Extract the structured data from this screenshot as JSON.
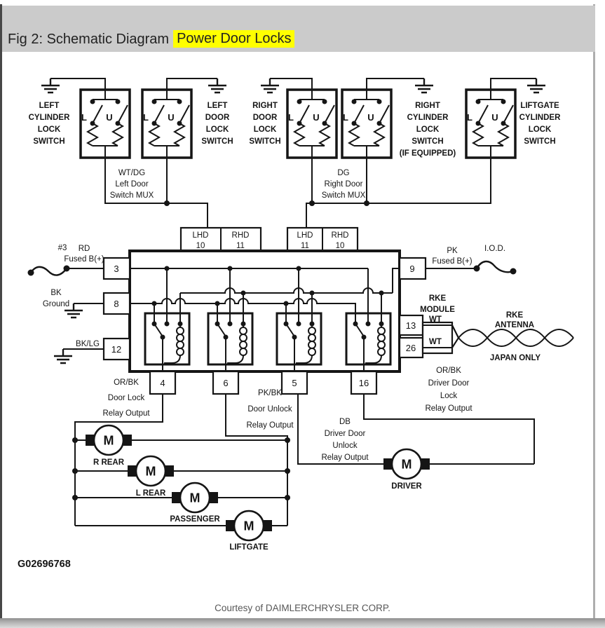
{
  "header": {
    "figure_prefix": "Fig 2: Schematic Diagram",
    "title_highlight": "Power Door Locks"
  },
  "switches": {
    "left_cylinder": [
      "LEFT",
      "CYLINDER",
      "LOCK",
      "SWITCH"
    ],
    "left_door": [
      "LEFT",
      "DOOR",
      "LOCK",
      "SWITCH"
    ],
    "right_door": [
      "RIGHT",
      "DOOR",
      "LOCK",
      "SWITCH"
    ],
    "right_cylinder": [
      "RIGHT",
      "CYLINDER",
      "LOCK",
      "SWITCH",
      "(IF EQUIPPED)"
    ],
    "liftgate_cylinder": [
      "LIFTGATE",
      "CYLINDER",
      "LOCK",
      "SWITCH"
    ],
    "contact_lock": "L",
    "contact_unlock": "U"
  },
  "wire_labels": {
    "left_mux": [
      "WT/DG",
      "Left Door",
      "Switch MUX"
    ],
    "right_mux": [
      "DG",
      "Right Door",
      "Switch MUX"
    ],
    "fused_b_left": [
      "RD",
      "Fused B(+)"
    ],
    "fused_b_right": [
      "PK",
      "Fused B(+)"
    ],
    "ground_left": [
      "BK",
      "Ground"
    ],
    "ground_lower": "BK/LG",
    "connector_3": "#3",
    "connector_iod": "I.O.D.",
    "lock_output": [
      "OR/BK",
      "Door Lock",
      "Relay Output"
    ],
    "unlock_output": [
      "PK/BK",
      "Door Unlock",
      "Relay Output"
    ],
    "driver_lock_output": [
      "OR/BK",
      "Driver Door",
      "Lock",
      "Relay Output"
    ],
    "driver_unlock_output": [
      "DB",
      "Driver Door",
      "Unlock",
      "Relay Output"
    ],
    "rke_wire_1": "WT",
    "rke_wire_2": "WT"
  },
  "connectors": {
    "pair1": [
      {
        "row1": "LHD",
        "row2": "10"
      },
      {
        "row1": "RHD",
        "row2": "11"
      }
    ],
    "pair2": [
      {
        "row1": "LHD",
        "row2": "11"
      },
      {
        "row1": "RHD",
        "row2": "10"
      }
    ]
  },
  "pins": {
    "b_plus": "3",
    "ground": "8",
    "bk_lg": "12",
    "iod": "9",
    "rke_1": "13",
    "rke_2": "26",
    "lock": "4",
    "unlock": "6",
    "driver_unlock": "5",
    "driver_lock": "16"
  },
  "rke": {
    "module": [
      "RKE",
      "MODULE"
    ],
    "antenna": [
      "RKE",
      "ANTENNA"
    ],
    "note": "JAPAN ONLY"
  },
  "motors": {
    "symbol": "M",
    "r_rear": "R REAR",
    "l_rear": "L REAR",
    "passenger": "PASSENGER",
    "liftgate": "LIFTGATE",
    "driver": "DRIVER"
  },
  "footer": {
    "diagram_id": "G02696768",
    "courtesy": "Courtesy of DAIMLERCHRYSLER CORP."
  },
  "colors": {
    "highlight": "#ffff00",
    "header_bg": "#cbcbcb",
    "line": "#151515"
  }
}
